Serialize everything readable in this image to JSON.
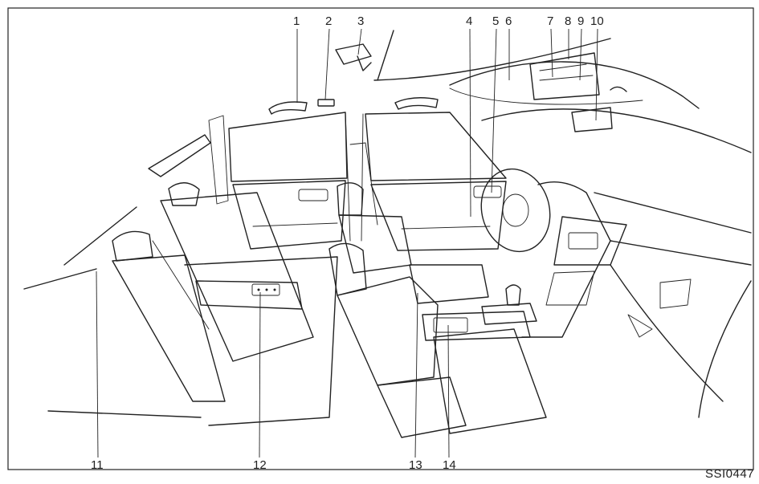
{
  "callouts": [
    {
      "label": "1"
    },
    {
      "label": "2"
    },
    {
      "label": "3"
    },
    {
      "label": "4"
    },
    {
      "label": "5"
    },
    {
      "label": "6"
    },
    {
      "label": "7"
    },
    {
      "label": "8"
    },
    {
      "label": "9"
    },
    {
      "label": "10"
    },
    {
      "label": "11"
    },
    {
      "label": "12"
    },
    {
      "label": "13"
    },
    {
      "label": "14"
    }
  ],
  "figure_code": "SSI0447",
  "colors": {
    "line": "#222222",
    "background": "#ffffff"
  }
}
